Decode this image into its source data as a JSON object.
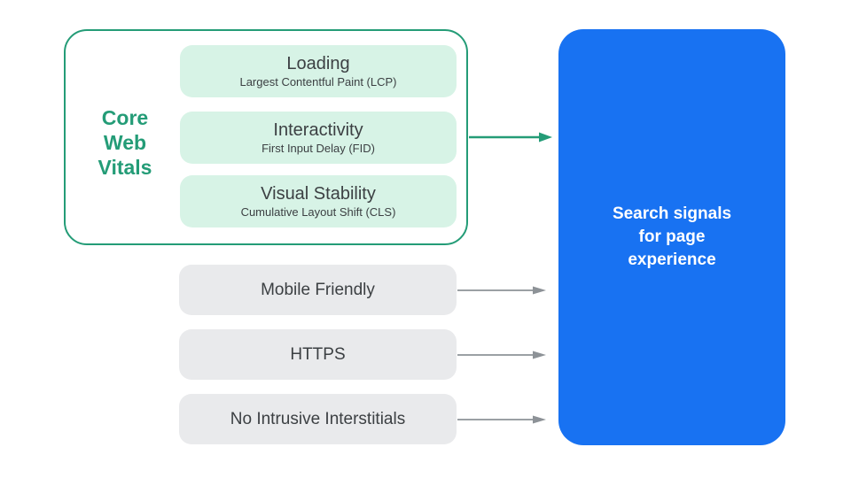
{
  "colors": {
    "green": "#249c77",
    "mint": "#d7f3e6",
    "blue": "#1872f2",
    "gray-box": "#e9eaec",
    "dark-text": "#3c4043",
    "arrow-gray": "#8d9297"
  },
  "diagram": {
    "core_group": {
      "label": "Core\nWeb\nVitals",
      "vitals": [
        {
          "title": "Loading",
          "subtitle": "Largest Contentful Paint (LCP)"
        },
        {
          "title": "Interactivity",
          "subtitle": "First Input Delay (FID)"
        },
        {
          "title": "Visual Stability",
          "subtitle": "Cumulative Layout Shift (CLS)"
        }
      ]
    },
    "other_signals": [
      {
        "label": "Mobile Friendly"
      },
      {
        "label": "HTTPS"
      },
      {
        "label": "No Intrusive Interstitials"
      }
    ],
    "result_box": {
      "label": "Search signals\nfor page\nexperience"
    }
  }
}
